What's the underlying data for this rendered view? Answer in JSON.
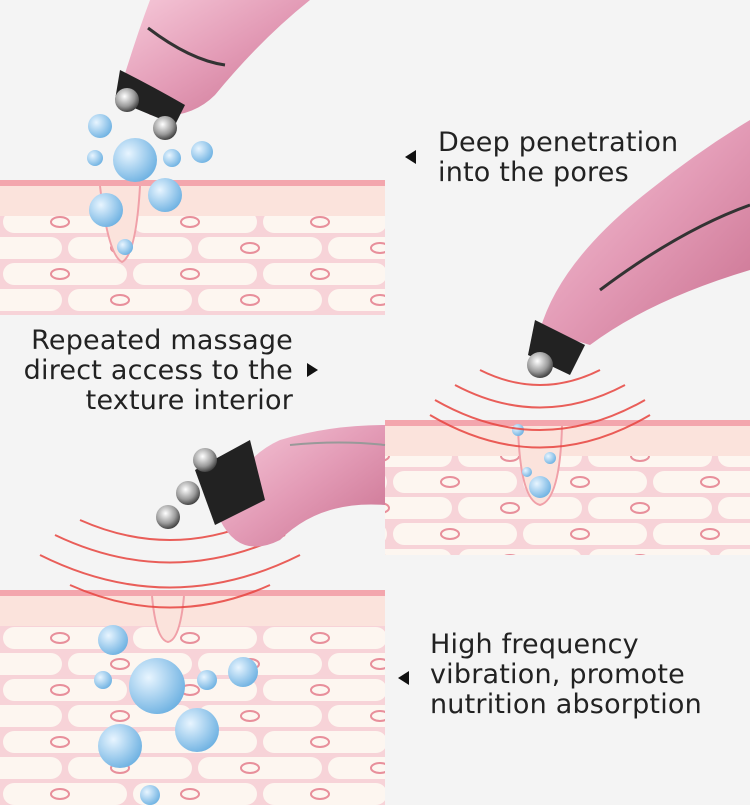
{
  "captions": {
    "deep": [
      "Deep penetration",
      "into the pores"
    ],
    "massage": [
      "Repeated massage",
      "direct access to the",
      "texture interior"
    ],
    "vibration": [
      "High frequency",
      "vibration, promote",
      "nutrition absorption"
    ]
  },
  "colors": {
    "skin_line": "#f3a6ad",
    "cell_bg": "#f9d9dc",
    "cell": "#fdf5ef",
    "wave": "#e8443f",
    "pen": "#e7a2bd",
    "bubble": "#8cc4ea"
  }
}
